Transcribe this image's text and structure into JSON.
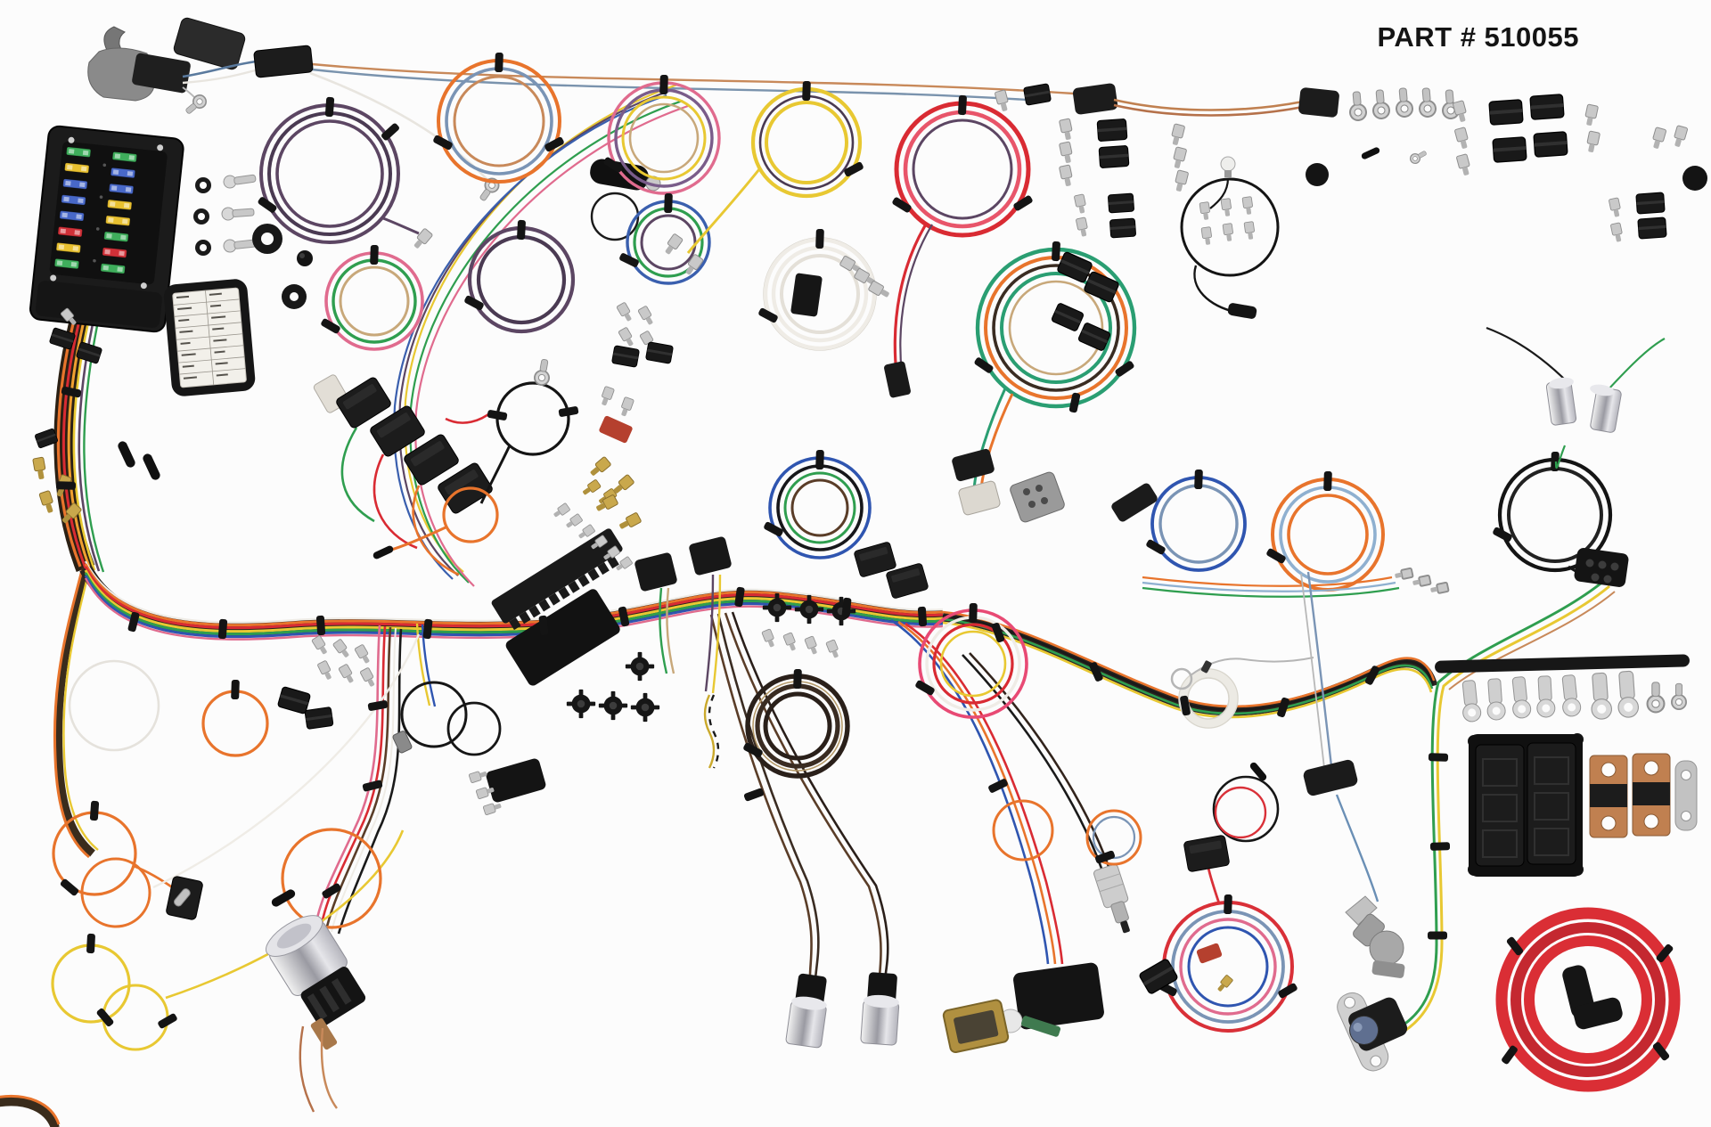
{
  "header": {
    "part_label": "PART # 510055"
  },
  "background": "#fcfcfc",
  "palette": {
    "harness_orange": "#e8742c",
    "harness_red": "#d92b33",
    "harness_yellow": "#e8c832",
    "harness_green": "#2f9e4f",
    "harness_teal": "#2a9e72",
    "harness_blue": "#2f55b0",
    "steel_blue": "#7a94b5",
    "harness_purple": "#5c4663",
    "harness_pink": "#e06b8e",
    "copper_tan": "#c8895a",
    "white_wire": "#efece6",
    "black_wire": "#1a1a1a",
    "battery_red": "#da2e35",
    "chrome": "#d5d5d5",
    "brass_gold": "#b09040",
    "fuse_green": "#3fae5c",
    "fuse_yellow": "#e8c030",
    "fuse_blue": "#4868c8",
    "fuse_red": "#d03038"
  },
  "fuse_box": {
    "rows": 8,
    "left_column_fuses": [
      "green",
      "yellow",
      "blue",
      "blue",
      "blue",
      "red",
      "yellow",
      "green"
    ],
    "right_column_fuses": [
      "green",
      "blue",
      "blue",
      "yellow",
      "yellow",
      "green",
      "red",
      "green"
    ]
  },
  "components": [
    {
      "name": "steering-column-connector",
      "colors": [
        "#8a8a8a",
        "#1f1f1f"
      ]
    },
    {
      "name": "fuse-box",
      "colors": [
        "#1b1b1b"
      ]
    },
    {
      "name": "fuse-legend-card",
      "colors": [
        "#161616",
        "#f2f0ea"
      ]
    },
    {
      "name": "washers-and-bolts",
      "colors": [
        "#1a1a1a",
        "#cfcfcf"
      ]
    },
    {
      "name": "firewall-grommets",
      "colors": [
        "#181818"
      ]
    },
    {
      "name": "purple-wire-coil",
      "colors": [
        "#5c4663"
      ]
    },
    {
      "name": "orange-blue-wire-coil",
      "colors": [
        "#e8742c",
        "#7a94b5"
      ]
    },
    {
      "name": "purple-wire-coil-2",
      "colors": [
        "#5c4663"
      ]
    },
    {
      "name": "pink-green-tan-coil",
      "colors": [
        "#e06b8e",
        "#2f9e4f",
        "#c8a87a"
      ]
    },
    {
      "name": "pink-purple-yellow-coil",
      "colors": [
        "#e06b8e",
        "#7a5c8a",
        "#e8c832"
      ]
    },
    {
      "name": "blue-green-coil",
      "colors": [
        "#3a5fae",
        "#2f9e4f"
      ]
    },
    {
      "name": "yellow-wire-coil",
      "colors": [
        "#e8c832",
        "#4a3a52"
      ]
    },
    {
      "name": "white-wire-coil",
      "colors": [
        "#efece6"
      ]
    },
    {
      "name": "red-wire-coil",
      "colors": [
        "#d92b33"
      ]
    },
    {
      "name": "green-orange-teal-coil",
      "colors": [
        "#2a9e72",
        "#e8742c",
        "#3a2c22"
      ]
    },
    {
      "name": "blue-wire-coil",
      "colors": [
        "#2f55b0",
        "#7a94b5"
      ]
    },
    {
      "name": "blue-black-multi-coil",
      "colors": [
        "#2f55b0",
        "#1a1a1a",
        "#2f9e4f",
        "#5a3d28"
      ]
    },
    {
      "name": "dark-brown-coil",
      "colors": [
        "#2a201a"
      ]
    },
    {
      "name": "pink-white-coil",
      "colors": [
        "#e84a74",
        "#efece6",
        "#d92b33"
      ]
    },
    {
      "name": "black-wire-coil-right",
      "colors": [
        "#1a1a1a"
      ]
    },
    {
      "name": "orange-blue-coil-lower",
      "colors": [
        "#e8742c",
        "#8fb0d0"
      ]
    },
    {
      "name": "red-blue-coil",
      "colors": [
        "#d93038",
        "#7a94b5"
      ]
    },
    {
      "name": "red-battery-cable-coil",
      "colors": [
        "#da2e35"
      ]
    },
    {
      "name": "relay-cluster",
      "colors": [
        "#1c1c1c"
      ]
    },
    {
      "name": "main-harness-trunk",
      "colors": [
        "#e8742c",
        "#d92b33",
        "#e8c832",
        "#2f9e4f",
        "#2f55b0",
        "#e06b8e"
      ]
    },
    {
      "name": "bulkhead-connector",
      "colors": [
        "#141414"
      ]
    },
    {
      "name": "terminal-assortments",
      "colors": [
        "#c9c9c9",
        "#c9a84c"
      ]
    },
    {
      "name": "ring-terminal-row",
      "colors": [
        "#d0d0d0"
      ]
    },
    {
      "name": "copper-jumper-wire",
      "colors": [
        "#c08050"
      ]
    },
    {
      "name": "black-loop-with-terminals",
      "colors": [
        "#1a1a1a",
        "#c9c9c9"
      ]
    },
    {
      "name": "ignition-switch",
      "colors": [
        "#d5d5d5",
        "#141414"
      ]
    },
    {
      "name": "toggle-switch",
      "colors": [
        "#1a1a1a",
        "#c0c0c0"
      ]
    },
    {
      "name": "chrome-courtesy-light-sockets",
      "colors": [
        "#d5d5d5"
      ]
    },
    {
      "name": "neutral-safety-switch",
      "colors": [
        "#b09040",
        "#141414"
      ]
    },
    {
      "name": "brake-light-switch",
      "colors": [
        "#cdcdcd"
      ]
    },
    {
      "name": "dimmer-switch",
      "colors": [
        "#a8a8a8"
      ]
    },
    {
      "name": "backup-light-assembly",
      "colors": [
        "#d0d0d0",
        "#5f6f90"
      ]
    },
    {
      "name": "chrome-light-sockets",
      "colors": [
        "#d5d5d5"
      ]
    },
    {
      "name": "maxi-fuse-holder",
      "colors": [
        "#101010"
      ]
    },
    {
      "name": "copper-maxi-fuses",
      "colors": [
        "#c08050"
      ]
    },
    {
      "name": "heat-shrink-tube",
      "colors": [
        "#171717"
      ]
    },
    {
      "name": "battery-lug-row",
      "colors": [
        "#cfcfcf"
      ]
    },
    {
      "name": "white-plastic-ring",
      "colors": [
        "#eceae4"
      ]
    },
    {
      "name": "orange-wire-loops",
      "colors": [
        "#e8742c"
      ]
    },
    {
      "name": "yellow-wire-loops",
      "colors": [
        "#e8c832"
      ]
    }
  ]
}
